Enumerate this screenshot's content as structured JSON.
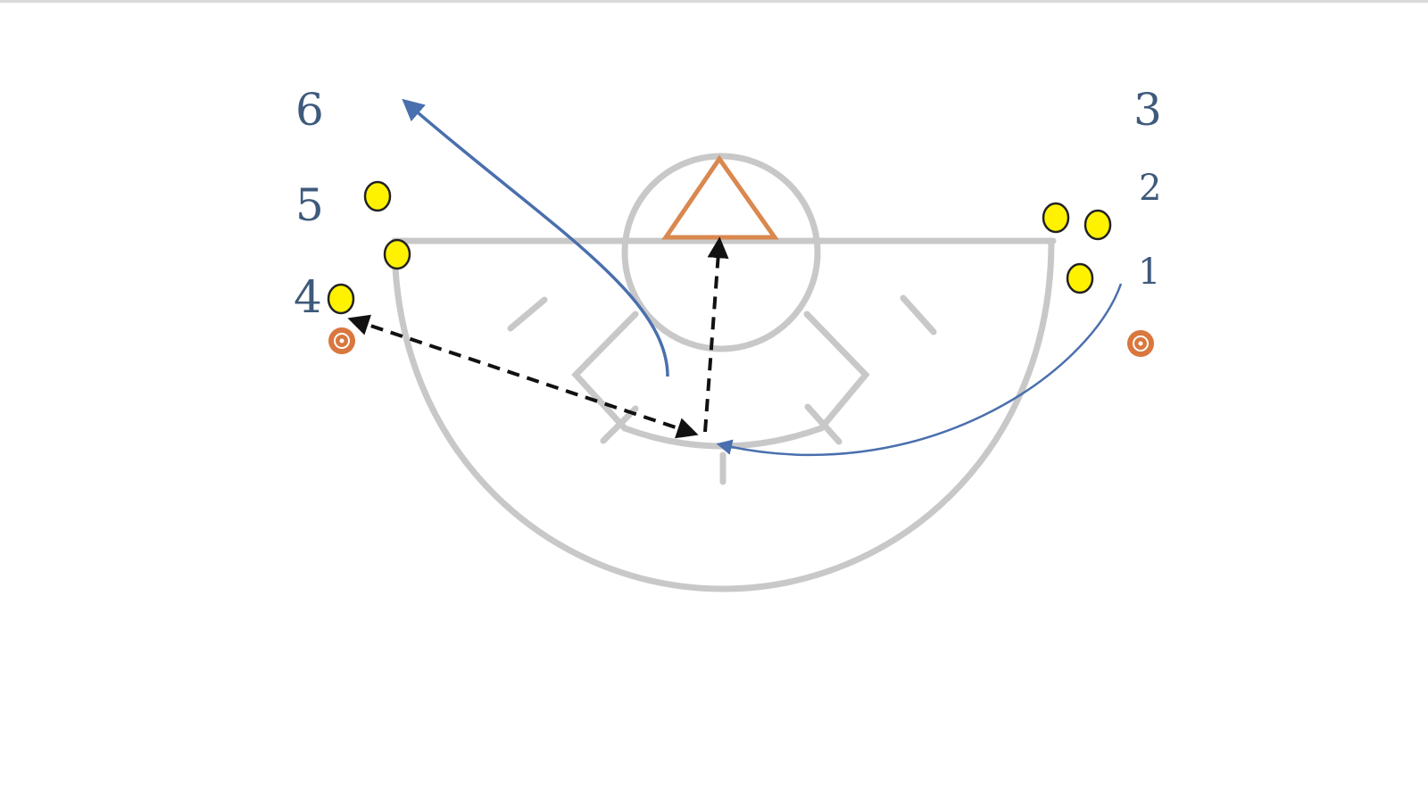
{
  "diagram": {
    "position_labels": [
      "1",
      "2",
      "3",
      "4",
      "5",
      "6"
    ],
    "colors": {
      "court_lines": "#c8c8c8",
      "basket_marker": "#d9884f",
      "player": "#fff200",
      "player_outline": "#222222",
      "cone": "#d9773e",
      "cut_path": "#4a6fae",
      "pass_path": "#111111",
      "label": "#3e5a7c"
    },
    "icons": {
      "basket": "triangle-icon",
      "player": "circle-icon",
      "cone": "target-icon"
    }
  }
}
